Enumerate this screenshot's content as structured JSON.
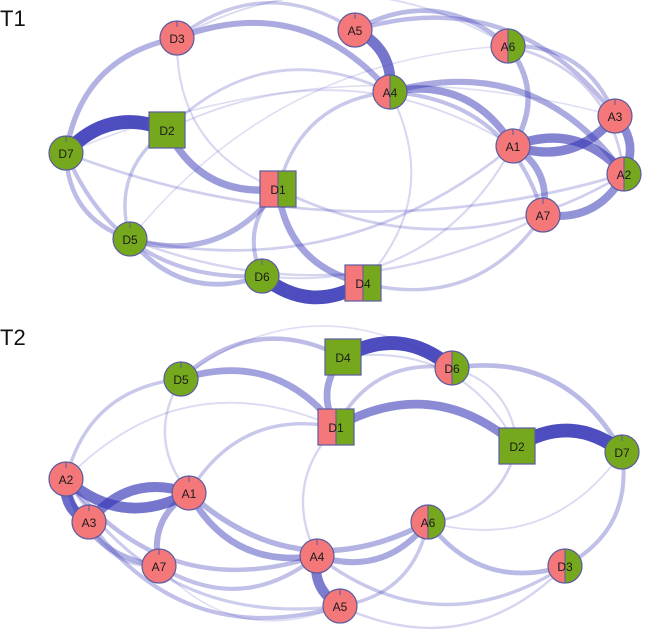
{
  "colors": {
    "red": "#F4777A",
    "green": "#76A81E",
    "outline": "#5a5aa0",
    "edge": "#3A3AB8"
  },
  "panels": [
    {
      "label": "T1",
      "nodes": [
        {
          "id": "D3",
          "shape": "circle",
          "fill": "red"
        },
        {
          "id": "A5",
          "shape": "circle",
          "fill": "red"
        },
        {
          "id": "A6",
          "shape": "circle",
          "fill": "split"
        },
        {
          "id": "A4",
          "shape": "circle",
          "fill": "split"
        },
        {
          "id": "A3",
          "shape": "circle",
          "fill": "red"
        },
        {
          "id": "D2",
          "shape": "square",
          "fill": "green"
        },
        {
          "id": "D7",
          "shape": "circle",
          "fill": "green"
        },
        {
          "id": "A1",
          "shape": "circle",
          "fill": "red"
        },
        {
          "id": "A2",
          "shape": "circle",
          "fill": "split"
        },
        {
          "id": "D1",
          "shape": "square",
          "fill": "split"
        },
        {
          "id": "A7",
          "shape": "circle",
          "fill": "red"
        },
        {
          "id": "D5",
          "shape": "circle",
          "fill": "green"
        },
        {
          "id": "D6",
          "shape": "circle",
          "fill": "green"
        },
        {
          "id": "D4",
          "shape": "square",
          "fill": "split"
        }
      ],
      "edges": [
        {
          "a": "D7",
          "b": "D2",
          "w": 1.0
        },
        {
          "a": "D6",
          "b": "D4",
          "w": 1.0
        },
        {
          "a": "A5",
          "b": "A4",
          "w": 0.75
        },
        {
          "a": "A1",
          "b": "A3",
          "w": 0.65
        },
        {
          "a": "A1",
          "b": "A2",
          "w": 0.65
        },
        {
          "a": "A3",
          "b": "A2",
          "w": 0.6
        },
        {
          "a": "A7",
          "b": "A2",
          "w": 0.55
        },
        {
          "a": "A4",
          "b": "A1",
          "w": 0.5
        },
        {
          "a": "D2",
          "b": "D1",
          "w": 0.5
        },
        {
          "a": "D1",
          "b": "D4",
          "w": 0.45
        },
        {
          "a": "A1",
          "b": "A7",
          "w": 0.45
        },
        {
          "a": "D3",
          "b": "A4",
          "w": 0.4
        },
        {
          "a": "A4",
          "b": "A2",
          "w": 0.4
        },
        {
          "a": "A6",
          "b": "A1",
          "w": 0.35
        },
        {
          "a": "D3",
          "b": "D7",
          "w": 0.35
        },
        {
          "a": "D5",
          "b": "D1",
          "w": 0.35
        },
        {
          "a": "D5",
          "b": "D6",
          "w": 0.3
        },
        {
          "a": "A5",
          "b": "A6",
          "w": 0.3
        },
        {
          "a": "A5",
          "b": "A3",
          "w": 0.28
        },
        {
          "a": "A6",
          "b": "A3",
          "w": 0.25
        },
        {
          "a": "D7",
          "b": "D5",
          "w": 0.28
        },
        {
          "a": "D7",
          "b": "D6",
          "w": 0.25
        },
        {
          "a": "D1",
          "b": "D6",
          "w": 0.25
        },
        {
          "a": "A4",
          "b": "A7",
          "w": 0.25
        },
        {
          "a": "D2",
          "b": "D5",
          "w": 0.2
        },
        {
          "a": "D1",
          "b": "A4",
          "w": 0.2
        },
        {
          "a": "D3",
          "b": "A5",
          "w": 0.2
        },
        {
          "a": "D4",
          "b": "A7",
          "w": 0.2
        },
        {
          "a": "D2",
          "b": "A4",
          "w": 0.15
        },
        {
          "a": "D7",
          "b": "A2",
          "w": 0.15
        },
        {
          "a": "D5",
          "b": "A1",
          "w": 0.15
        },
        {
          "a": "D1",
          "b": "A2",
          "w": 0.15
        },
        {
          "a": "A6",
          "b": "A2",
          "w": 0.15
        },
        {
          "a": "D5",
          "b": "A7",
          "w": 0.12
        },
        {
          "a": "D3",
          "b": "D1",
          "w": 0.1
        },
        {
          "a": "D4",
          "b": "A4",
          "w": 0.1
        },
        {
          "a": "D6",
          "b": "A1",
          "w": 0.1
        },
        {
          "a": "D3",
          "b": "A6",
          "w": 0.08
        },
        {
          "a": "D2",
          "b": "A1",
          "w": 0.08
        },
        {
          "a": "D7",
          "b": "A3",
          "w": 0.06
        },
        {
          "a": "D5",
          "b": "A6",
          "w": 0.06
        }
      ]
    },
    {
      "label": "T2",
      "nodes": [
        {
          "id": "D4",
          "shape": "square",
          "fill": "green"
        },
        {
          "id": "D6",
          "shape": "circle",
          "fill": "split"
        },
        {
          "id": "D5",
          "shape": "circle",
          "fill": "green"
        },
        {
          "id": "D1",
          "shape": "square",
          "fill": "split"
        },
        {
          "id": "D2",
          "shape": "square",
          "fill": "green"
        },
        {
          "id": "D7",
          "shape": "circle",
          "fill": "green"
        },
        {
          "id": "A2",
          "shape": "circle",
          "fill": "red"
        },
        {
          "id": "A1",
          "shape": "circle",
          "fill": "red"
        },
        {
          "id": "A3",
          "shape": "circle",
          "fill": "red"
        },
        {
          "id": "A6",
          "shape": "circle",
          "fill": "split"
        },
        {
          "id": "A7",
          "shape": "circle",
          "fill": "red"
        },
        {
          "id": "A4",
          "shape": "circle",
          "fill": "red"
        },
        {
          "id": "D3",
          "shape": "circle",
          "fill": "split"
        },
        {
          "id": "A5",
          "shape": "circle",
          "fill": "red"
        }
      ],
      "edges": [
        {
          "a": "D4",
          "b": "D6",
          "w": 1.0
        },
        {
          "a": "D2",
          "b": "D7",
          "w": 1.0
        },
        {
          "a": "A2",
          "b": "A3",
          "w": 0.8
        },
        {
          "a": "A2",
          "b": "A1",
          "w": 0.75
        },
        {
          "a": "A3",
          "b": "A1",
          "w": 0.7
        },
        {
          "a": "A4",
          "b": "A5",
          "w": 0.7
        },
        {
          "a": "D1",
          "b": "D2",
          "w": 0.6
        },
        {
          "a": "D5",
          "b": "D1",
          "w": 0.45
        },
        {
          "a": "D4",
          "b": "D1",
          "w": 0.45
        },
        {
          "a": "A1",
          "b": "A4",
          "w": 0.45
        },
        {
          "a": "A1",
          "b": "A7",
          "w": 0.4
        },
        {
          "a": "A4",
          "b": "A6",
          "w": 0.4
        },
        {
          "a": "A2",
          "b": "A7",
          "w": 0.35
        },
        {
          "a": "A1",
          "b": "A6",
          "w": 0.35
        },
        {
          "a": "A6",
          "b": "D3",
          "w": 0.3
        },
        {
          "a": "D6",
          "b": "D7",
          "w": 0.3
        },
        {
          "a": "D5",
          "b": "D4",
          "w": 0.28
        },
        {
          "a": "A2",
          "b": "A4",
          "w": 0.28
        },
        {
          "a": "A3",
          "b": "A5",
          "w": 0.25
        },
        {
          "a": "A7",
          "b": "A4",
          "w": 0.25
        },
        {
          "a": "D3",
          "b": "D7",
          "w": 0.25
        },
        {
          "a": "D1",
          "b": "D6",
          "w": 0.22
        },
        {
          "a": "A2",
          "b": "D5",
          "w": 0.2
        },
        {
          "a": "A1",
          "b": "D1",
          "w": 0.2
        },
        {
          "a": "A4",
          "b": "D3",
          "w": 0.2
        },
        {
          "a": "A5",
          "b": "A6",
          "w": 0.2
        },
        {
          "a": "A2",
          "b": "A5",
          "w": 0.18
        },
        {
          "a": "D2",
          "b": "A6",
          "w": 0.15
        },
        {
          "a": "A3",
          "b": "A7",
          "w": 0.15
        },
        {
          "a": "D1",
          "b": "A4",
          "w": 0.12
        },
        {
          "a": "D5",
          "b": "A1",
          "w": 0.12
        },
        {
          "a": "A5",
          "b": "D3",
          "w": 0.12
        },
        {
          "a": "D4",
          "b": "D2",
          "w": 0.1
        },
        {
          "a": "D6",
          "b": "D2",
          "w": 0.1
        },
        {
          "a": "A2",
          "b": "D1",
          "w": 0.08
        },
        {
          "a": "A6",
          "b": "D7",
          "w": 0.08
        },
        {
          "a": "D5",
          "b": "D6",
          "w": 0.06
        },
        {
          "a": "A7",
          "b": "A5",
          "w": 0.06
        }
      ]
    }
  ]
}
